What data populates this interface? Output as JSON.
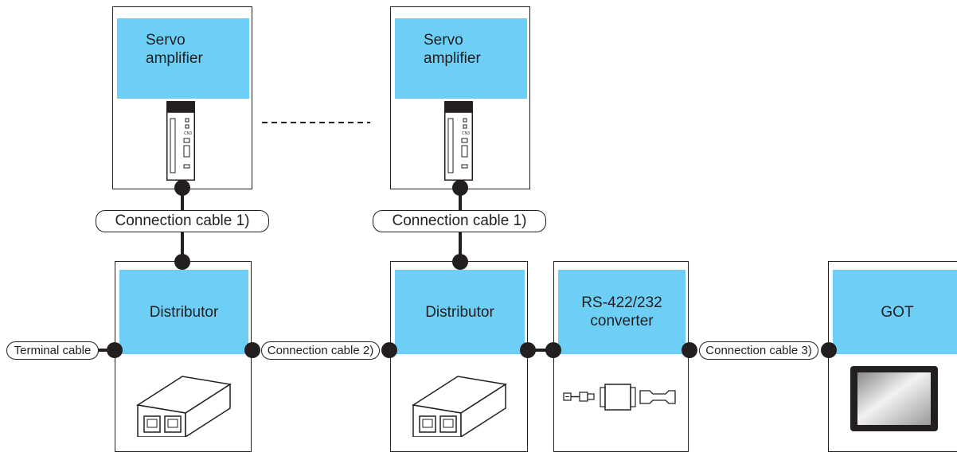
{
  "devices": {
    "servo1_label": "Servo\namplifier",
    "servo2_label": "Servo\namplifier",
    "distributor1_label": "Distributor",
    "distributor2_label": "Distributor",
    "converter_label": "RS-422/232\nconverter",
    "got_label": "GOT"
  },
  "amplifier_port_label": "CN3",
  "cables": {
    "servo1_cable": "Connection cable 1)",
    "servo2_cable": "Connection cable 1)",
    "terminal": "Terminal cable",
    "cable2": "Connection cable 2)",
    "cable3": "Connection cable 3)"
  },
  "colors": {
    "panel": "#6dcff6",
    "line": "#231f20"
  }
}
